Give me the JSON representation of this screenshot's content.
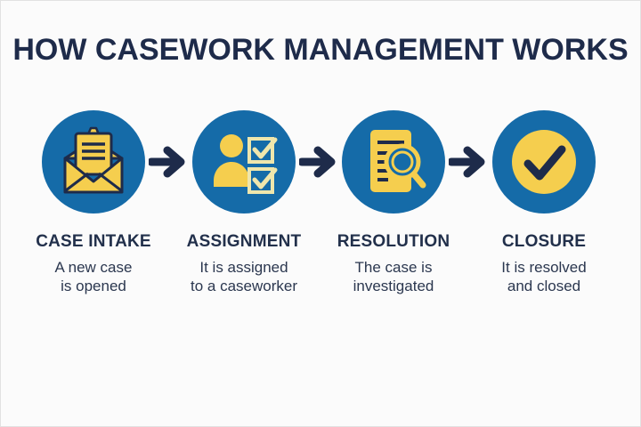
{
  "title": "HOW CASEWORK MANAGEMENT WORKS",
  "colors": {
    "background": "#FBFBFB",
    "navy_text": "#1E2B4A",
    "circle_blue": "#156BA8",
    "glyph_yellow": "#F5CE4E",
    "pale_checkbox_yellow": "#EFE6AC",
    "arrow_navy": "#1E2B4A"
  },
  "steps": [
    {
      "label": "CASE INTAKE",
      "desc_line1": "A new case",
      "desc_line2": "is opened",
      "icon": "open-envelope-letter-icon"
    },
    {
      "label": "ASSIGNMENT",
      "desc_line1": "It is assigned",
      "desc_line2": "to a caseworker",
      "icon": "person-checklist-icon"
    },
    {
      "label": "RESOLUTION",
      "desc_line1": "The case is",
      "desc_line2": "investigated",
      "icon": "document-magnifier-icon"
    },
    {
      "label": "CLOSURE",
      "desc_line1": "It is resolved",
      "desc_line2": "and closed",
      "icon": "check-circle-icon"
    }
  ]
}
